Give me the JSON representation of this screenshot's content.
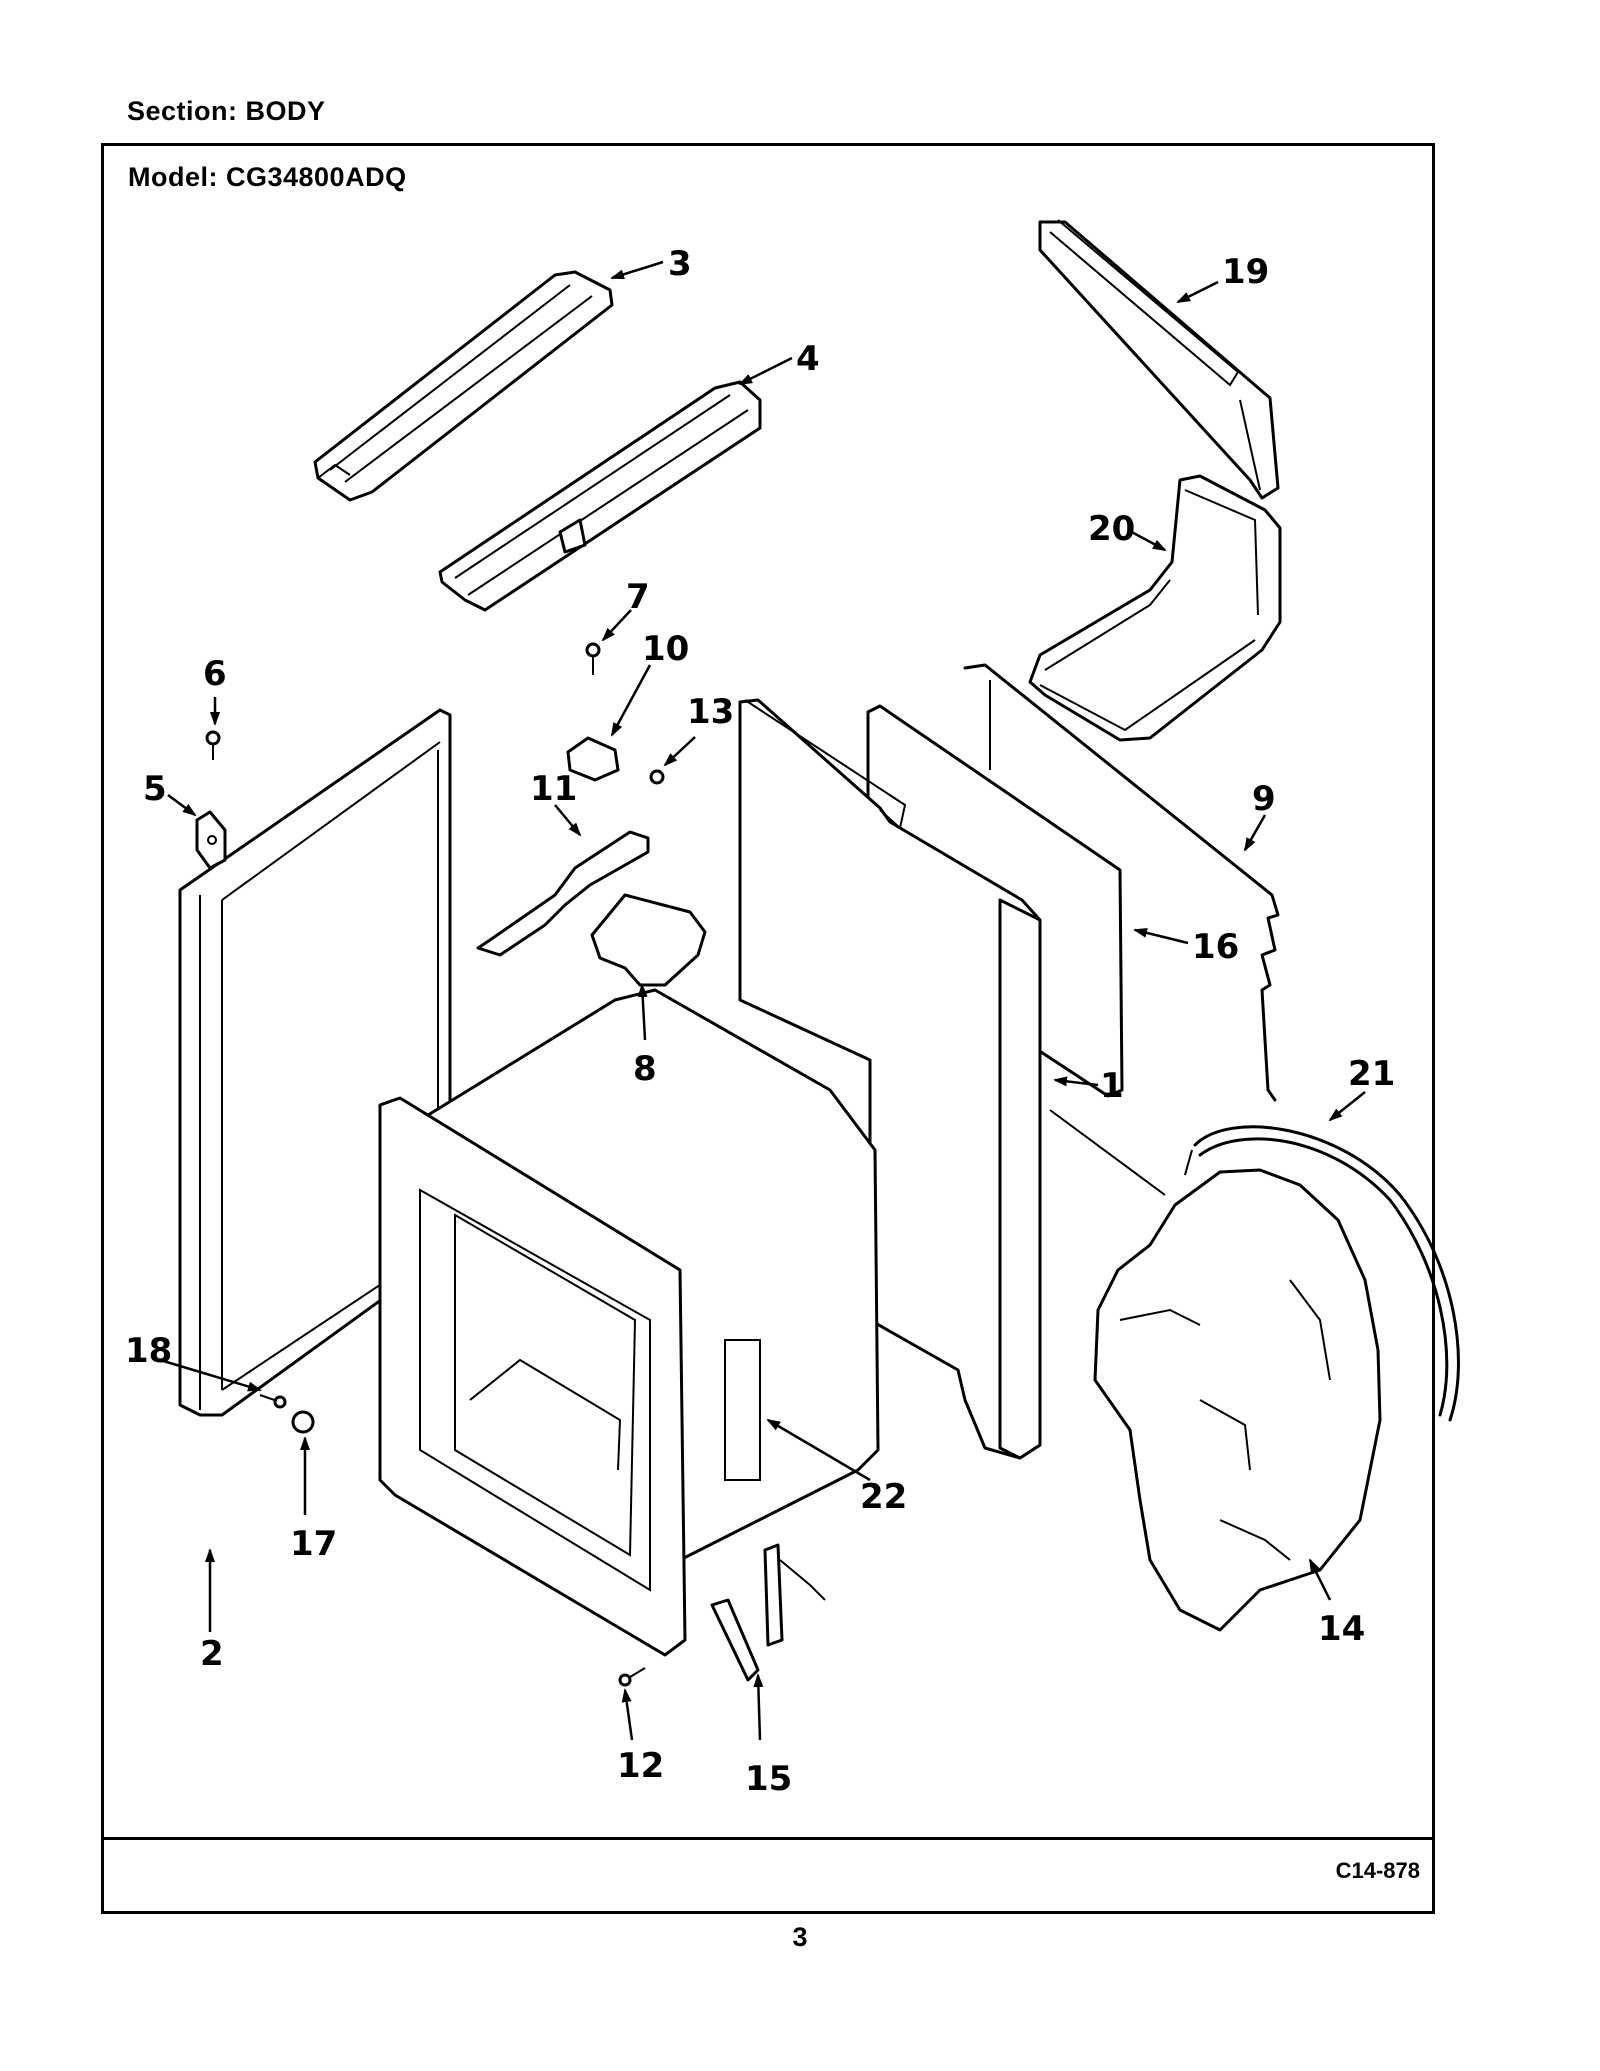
{
  "header": {
    "section_label": "Section:  BODY",
    "model_label": "Model:  CG34800ADQ"
  },
  "footer": {
    "diagram_code": "C14-878",
    "page_number": "3"
  },
  "callouts": [
    {
      "id": "p1",
      "label": "1"
    },
    {
      "id": "p2",
      "label": "2"
    },
    {
      "id": "p3",
      "label": "3"
    },
    {
      "id": "p4",
      "label": "4"
    },
    {
      "id": "p5",
      "label": "5"
    },
    {
      "id": "p6",
      "label": "6"
    },
    {
      "id": "p7",
      "label": "7"
    },
    {
      "id": "p8",
      "label": "8"
    },
    {
      "id": "p9",
      "label": "9"
    },
    {
      "id": "p10",
      "label": "10"
    },
    {
      "id": "p11",
      "label": "11"
    },
    {
      "id": "p12",
      "label": "12"
    },
    {
      "id": "p13",
      "label": "13"
    },
    {
      "id": "p14",
      "label": "14"
    },
    {
      "id": "p15",
      "label": "15"
    },
    {
      "id": "p16",
      "label": "16"
    },
    {
      "id": "p17",
      "label": "17"
    },
    {
      "id": "p18",
      "label": "18"
    },
    {
      "id": "p19",
      "label": "19"
    },
    {
      "id": "p20",
      "label": "20"
    },
    {
      "id": "p21",
      "label": "21"
    },
    {
      "id": "p22",
      "label": "22"
    }
  ]
}
